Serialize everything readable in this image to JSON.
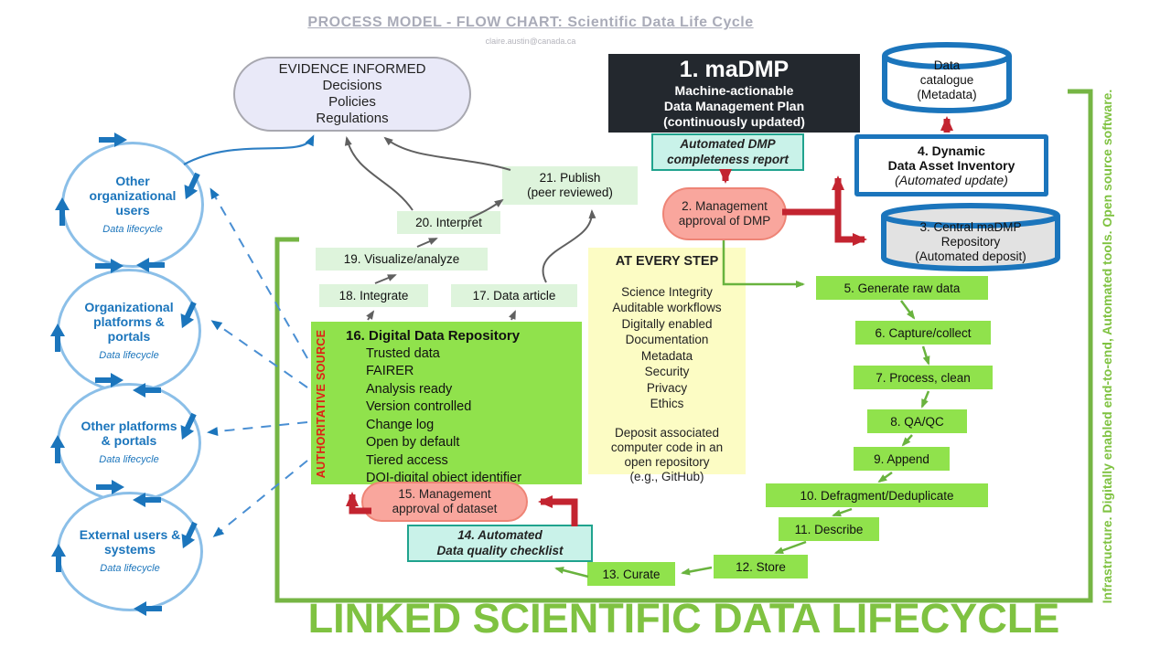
{
  "header": {
    "title": "PROCESS MODEL - FLOW CHART: Scientific Data Life Cycle",
    "email": "claire.austin@canada.ca"
  },
  "evidence": {
    "title": "EVIDENCE INFORMED",
    "lines": [
      "Decisions",
      "Policies",
      "Regulations"
    ]
  },
  "madmp": {
    "title": "1. maDMP",
    "lines": [
      "Machine-actionable",
      "Data Management Plan",
      "(continuously updated)"
    ]
  },
  "catalogue": {
    "lines": [
      "Data",
      "catalogue",
      "(Metadata)"
    ]
  },
  "inventory": {
    "lines": [
      "4. Dynamic",
      "Data Asset Inventory"
    ],
    "note": "(Automated update)"
  },
  "report": {
    "lines": [
      "Automated DMP",
      "completeness report"
    ]
  },
  "approval_dmp": {
    "lines": [
      "2. Management",
      "approval of DMP"
    ]
  },
  "central": {
    "lines": [
      "3. Central maDMP",
      "Repository",
      "(Automated deposit)"
    ]
  },
  "chain": [
    {
      "label": "5. Generate raw data"
    },
    {
      "label": "6. Capture/collect"
    },
    {
      "label": "7. Process, clean"
    },
    {
      "label": "8. QA/QC"
    },
    {
      "label": "9. Append"
    },
    {
      "label": "10. Defragment/Deduplicate"
    },
    {
      "label": "11. Describe"
    },
    {
      "label": "12. Store"
    },
    {
      "label": "13. Curate"
    }
  ],
  "every_step": {
    "title": "AT EVERY STEP",
    "items": [
      "Science Integrity",
      "Auditable workflows",
      "Digitally enabled",
      "Documentation",
      "Metadata",
      "Security",
      "Privacy",
      "Ethics"
    ],
    "footer": [
      "Deposit associated",
      "computer code in an",
      "open repository",
      "(e.g., GitHub)"
    ]
  },
  "repo": {
    "side": "AUTHORITATIVE SOURCE",
    "title": "16. Digital Data Repository",
    "items": [
      "Trusted data",
      "FAIRER",
      "Analysis ready",
      "Version controlled",
      "Change log",
      "Open by default",
      "Tiered access",
      "DOI-digital object identifier"
    ]
  },
  "post": [
    {
      "l1": "17. Data article"
    },
    {
      "l1": "18. Integrate"
    },
    {
      "l1": "19. Visualize/analyze"
    },
    {
      "l1": "20. Interpret"
    },
    {
      "l1": "21. Publish",
      "l2": "(peer reviewed)"
    }
  ],
  "checklist": {
    "lines": [
      "14. Automated",
      "Data quality checklist"
    ]
  },
  "approval_ds": {
    "lines": [
      "15. Management",
      "approval of dataset"
    ]
  },
  "cycles": [
    {
      "lines": [
        "Other",
        "organizational",
        "users"
      ],
      "sub": "Data lifecycle"
    },
    {
      "lines": [
        "Organizational",
        "platforms &",
        "portals"
      ],
      "sub": "Data lifecycle"
    },
    {
      "lines": [
        "Other platforms",
        "& portals"
      ],
      "sub": "Data lifecycle"
    },
    {
      "lines": [
        "External users &",
        "systems"
      ],
      "sub": "Data lifecycle"
    }
  ],
  "banners": {
    "right": "Infrastructure. Digitally enabled end-to-end,  Automated tools. Open source software.",
    "bottom": "LINKED SCIENTIFIC DATA LIFECYCLE"
  },
  "colors": {
    "green_box": "#90e24c",
    "pale_green": "#def4dc",
    "yellow": "#fcfcc4",
    "cyan": "#c9f2e9",
    "cyan_border": "#20a38e",
    "pink": "#f9a69d",
    "red": "#c32430",
    "blue": "#1b75bc",
    "light_blue": "#8bbfe8",
    "green_line": "#76b544",
    "green_text": "#7fc241",
    "gray_arrow": "#606060",
    "dark_box": "#23282e"
  }
}
